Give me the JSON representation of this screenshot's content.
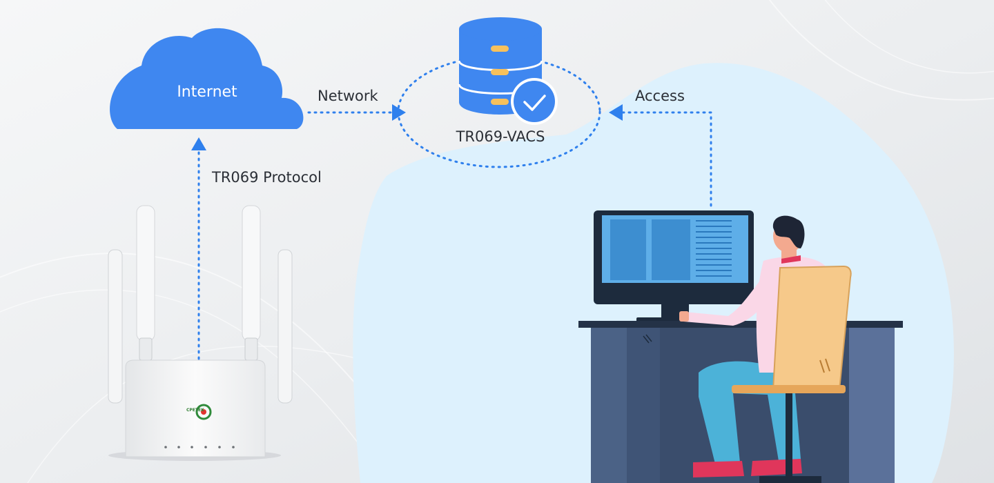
{
  "diagram": {
    "nodes": {
      "internet": {
        "label": "Internet",
        "icon": "cloud-icon"
      },
      "server": {
        "label": "TR069-VACS",
        "icon": "database-server-icon",
        "status_icon": "check-badge-icon"
      },
      "router": {
        "icon": "router-icon",
        "brand": "CPETEK"
      },
      "operator": {
        "icon": "person-at-computer-icon"
      }
    },
    "edges": {
      "router_to_internet": "TR069 Protocol",
      "internet_to_server": "Network",
      "operator_to_server": "Access"
    }
  },
  "colors": {
    "cloud": "#3f87f0",
    "server": "#3f87f0",
    "arrow": "#2f80ed",
    "blob": "#ddf1fd",
    "server_led": "#f7c15c"
  }
}
